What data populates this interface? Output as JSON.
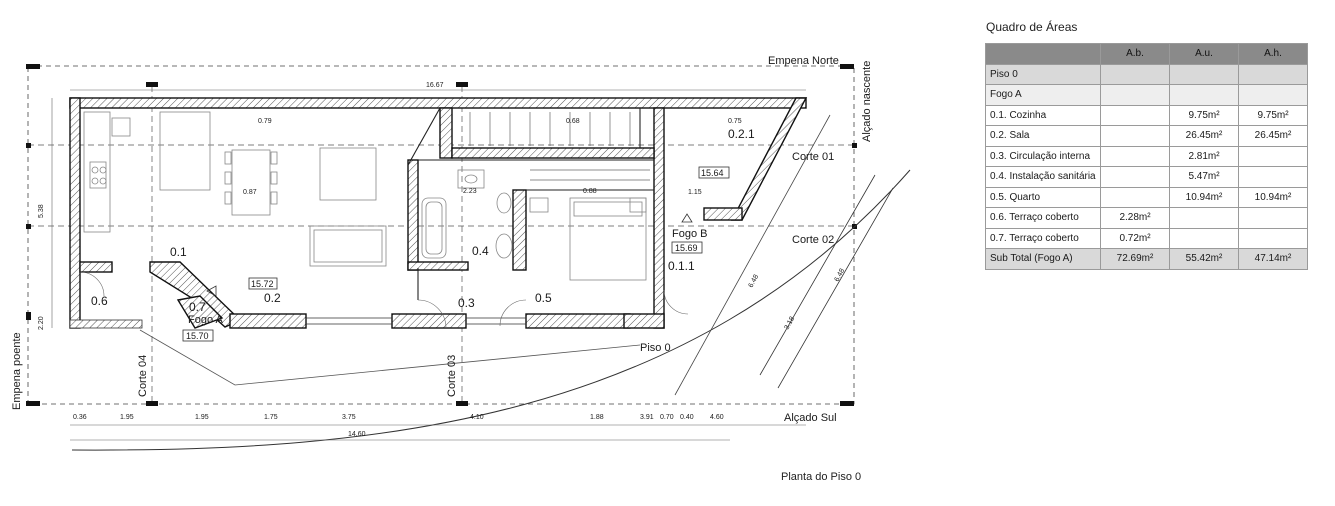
{
  "plan": {
    "labels": {
      "empena_norte": "Empena Norte",
      "alcado_nascente": "Alçado nascente",
      "alcado_sul": "Alçado Sul",
      "empena_poente": "Empena poente",
      "corte_01": "Corte 01",
      "corte_02": "Corte 02",
      "corte_03": "Corte 03",
      "corte_04": "Corte 04",
      "piso_0": "Piso 0"
    },
    "rooms": {
      "r021": "0.2.1",
      "r02": "0.2",
      "r01": "0.1",
      "r06": "0.6",
      "r07": "0.7",
      "r04": "0.4",
      "r03": "0.3",
      "r05": "0.5",
      "r011": "0.1.1"
    },
    "fogo_a": {
      "name": "Fogo A",
      "level": "15.70"
    },
    "fogo_b": {
      "name": "Fogo B",
      "level": "15.69"
    },
    "levels": {
      "sala": "15.72",
      "terrace": "15.64"
    },
    "dims": {
      "top_total": "16.67",
      "d079": "0.79",
      "d068": "0.68",
      "d075": "0.75",
      "d087": "0.87",
      "d223": "2.23",
      "d088": "0.88",
      "d115": "1.15",
      "left_538": "5.38",
      "left_220": "2.20",
      "bottom": [
        "0.36",
        "1.95",
        "1.95",
        "1.75",
        "3.75",
        "4.10",
        "1.88",
        "3.91",
        "0.70",
        "0.40",
        "4.60"
      ],
      "bottom_total": "14.60",
      "diag_648": "6.48",
      "diag_318": "3.18"
    }
  },
  "areas_table": {
    "title": "Quadro de Áreas",
    "headers": [
      "",
      "A.b.",
      "A.u.",
      "A.h."
    ],
    "rows": [
      [
        "Piso 0",
        "",
        "",
        ""
      ],
      [
        "Fogo A",
        "",
        "",
        ""
      ],
      [
        "0.1. Cozinha",
        "",
        "9.75m²",
        "9.75m²"
      ],
      [
        "0.2. Sala",
        "",
        "26.45m²",
        "26.45m²"
      ],
      [
        "0.3. Circulação interna",
        "",
        "2.81m²",
        ""
      ],
      [
        "0.4. Instalação sanitária",
        "",
        "5.47m²",
        ""
      ],
      [
        "0.5. Quarto",
        "",
        "10.94m²",
        "10.94m²"
      ],
      [
        "0.6. Terraço coberto",
        "2.28m²",
        "",
        ""
      ],
      [
        "0.7. Terraço coberto",
        "0.72m²",
        "",
        ""
      ],
      [
        "Sub Total (Fogo A)",
        "72.69m²",
        "55.42m²",
        "47.14m²"
      ]
    ]
  },
  "caption": "Planta do Piso 0"
}
